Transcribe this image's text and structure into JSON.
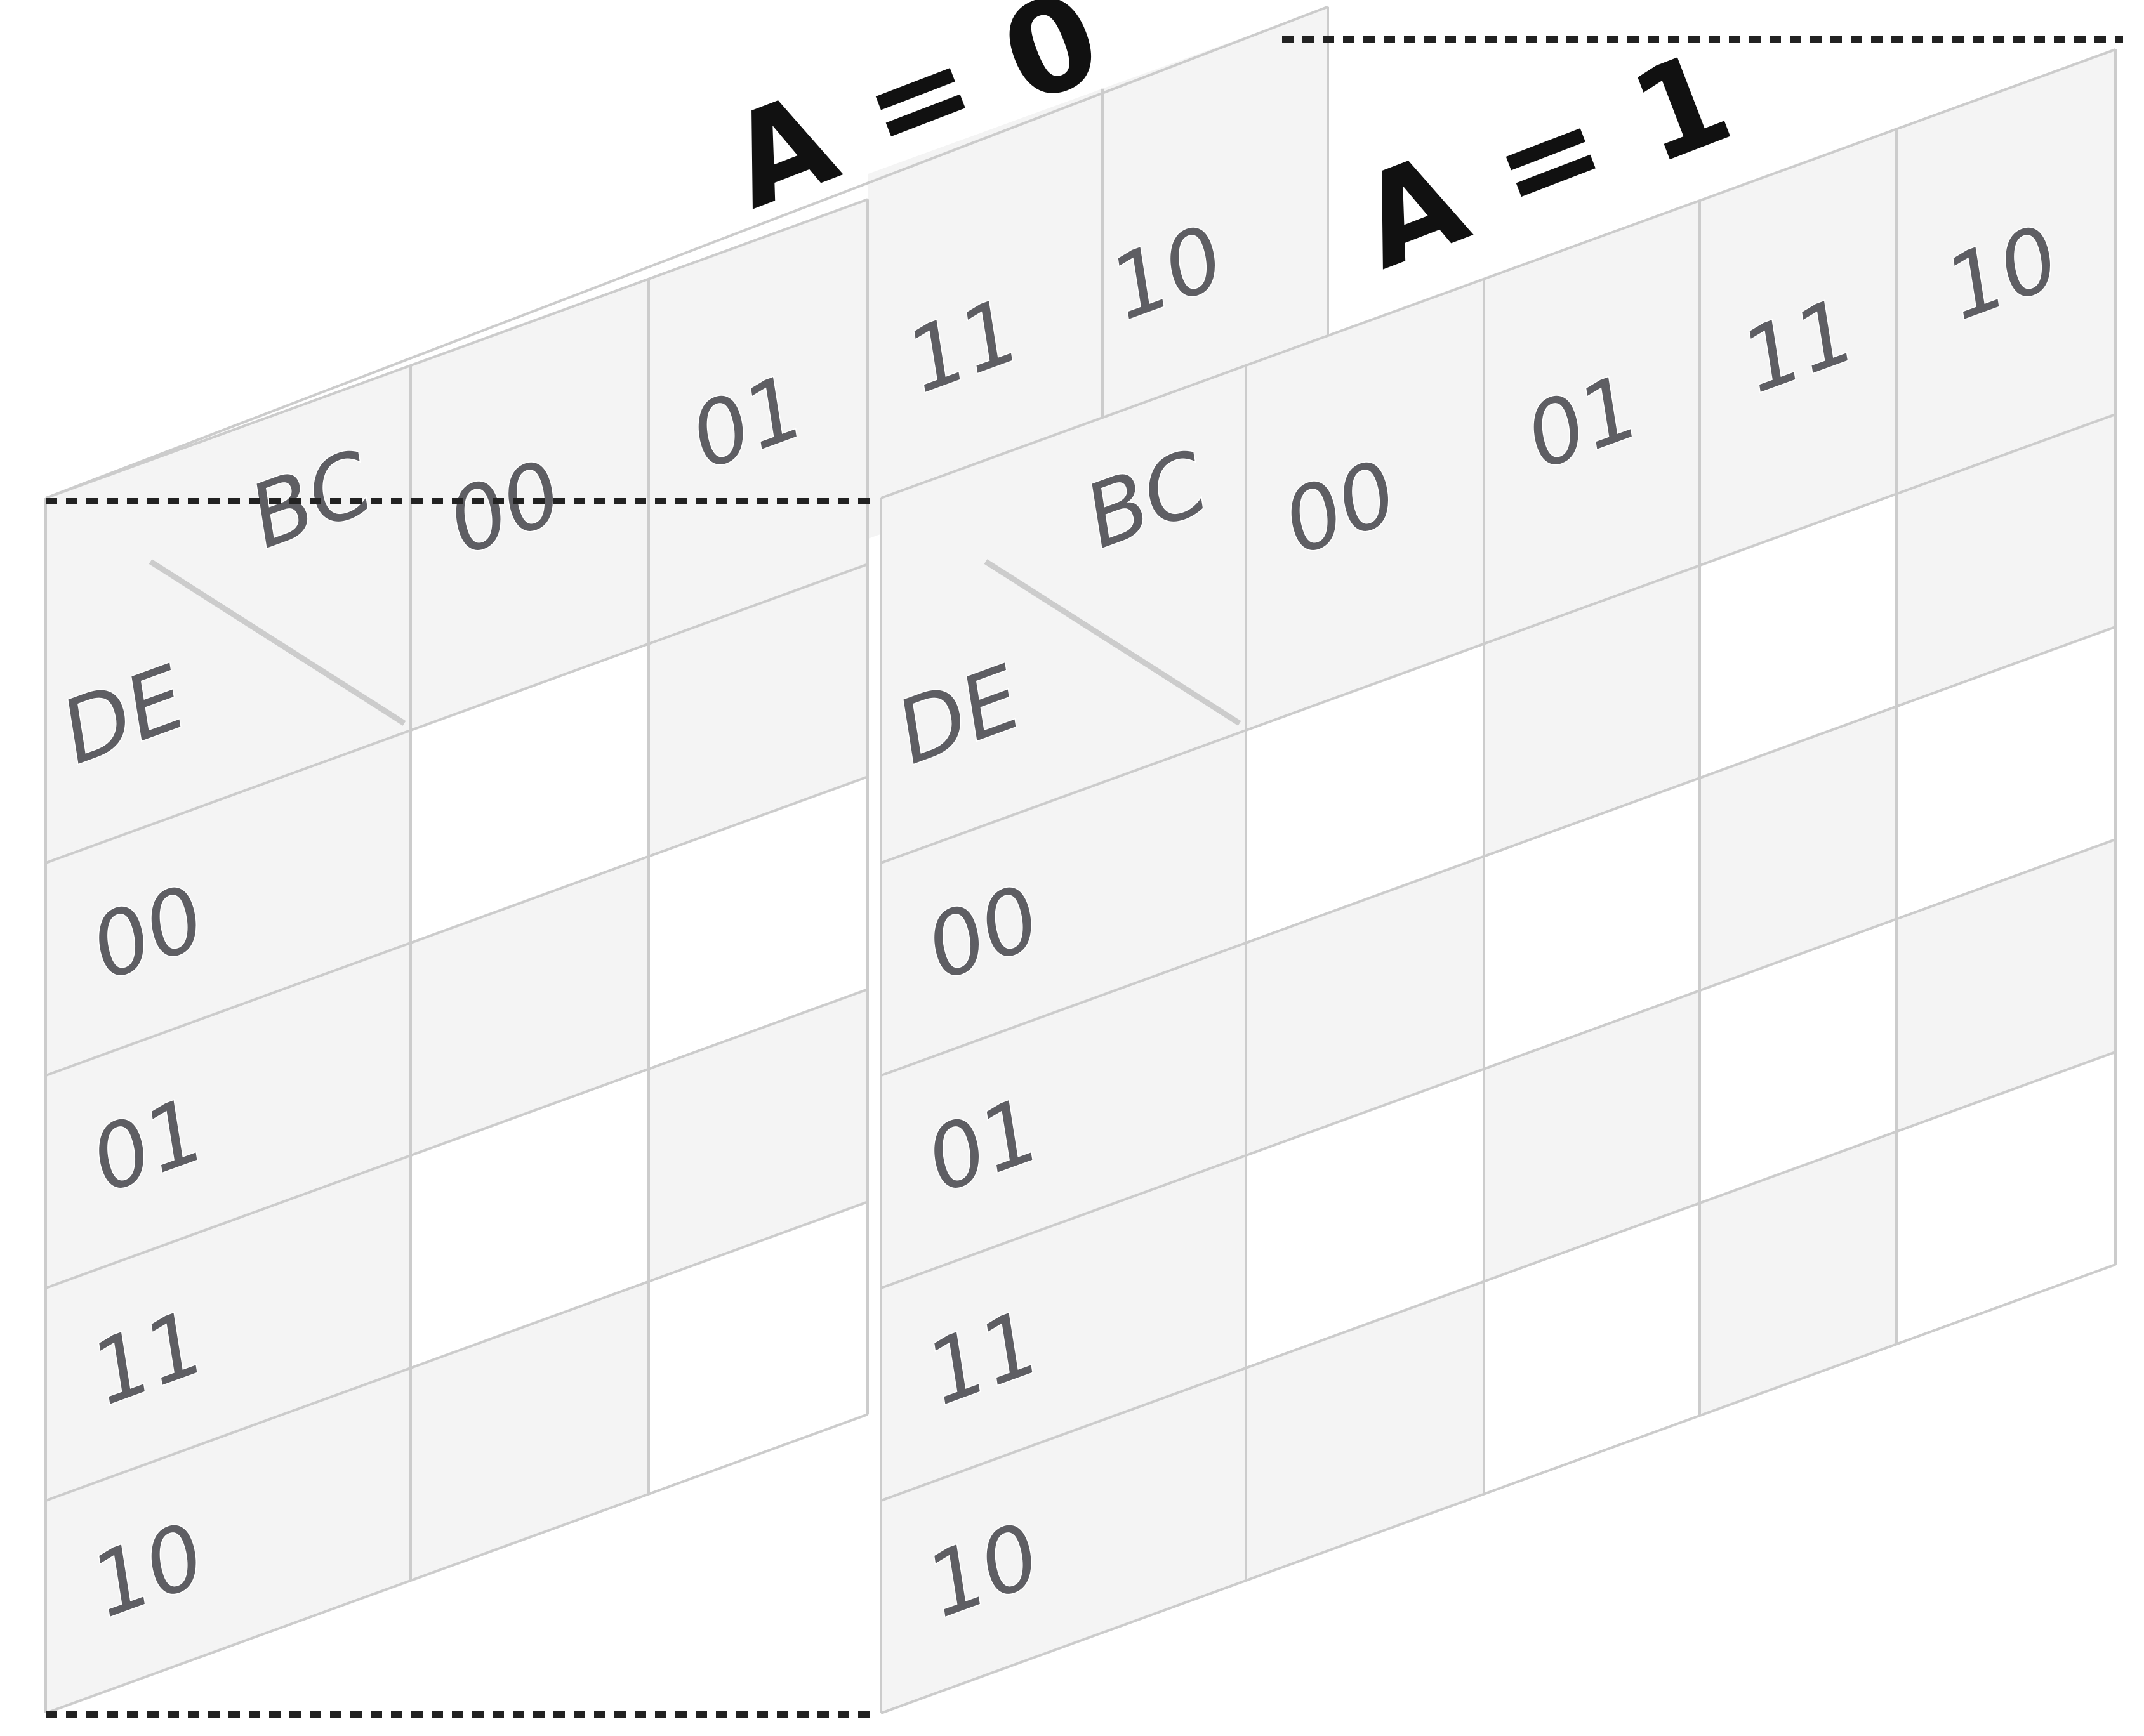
{
  "maps": [
    {
      "title": "A = 0",
      "row_var": "DE",
      "col_var": "BC",
      "col_labels": [
        "00",
        "01",
        "11",
        "10"
      ],
      "row_labels": [
        "00",
        "01",
        "11",
        "10"
      ]
    },
    {
      "title": "A = 1",
      "row_var": "DE",
      "col_var": "BC",
      "col_labels": [
        "00",
        "01",
        "11",
        "10"
      ],
      "row_labels": [
        "00",
        "01",
        "11",
        "10"
      ]
    }
  ],
  "colors": {
    "grid": "#cccccc",
    "label": "#5e5e63",
    "title": "#111111",
    "header_fill": "#f4f4f4"
  }
}
